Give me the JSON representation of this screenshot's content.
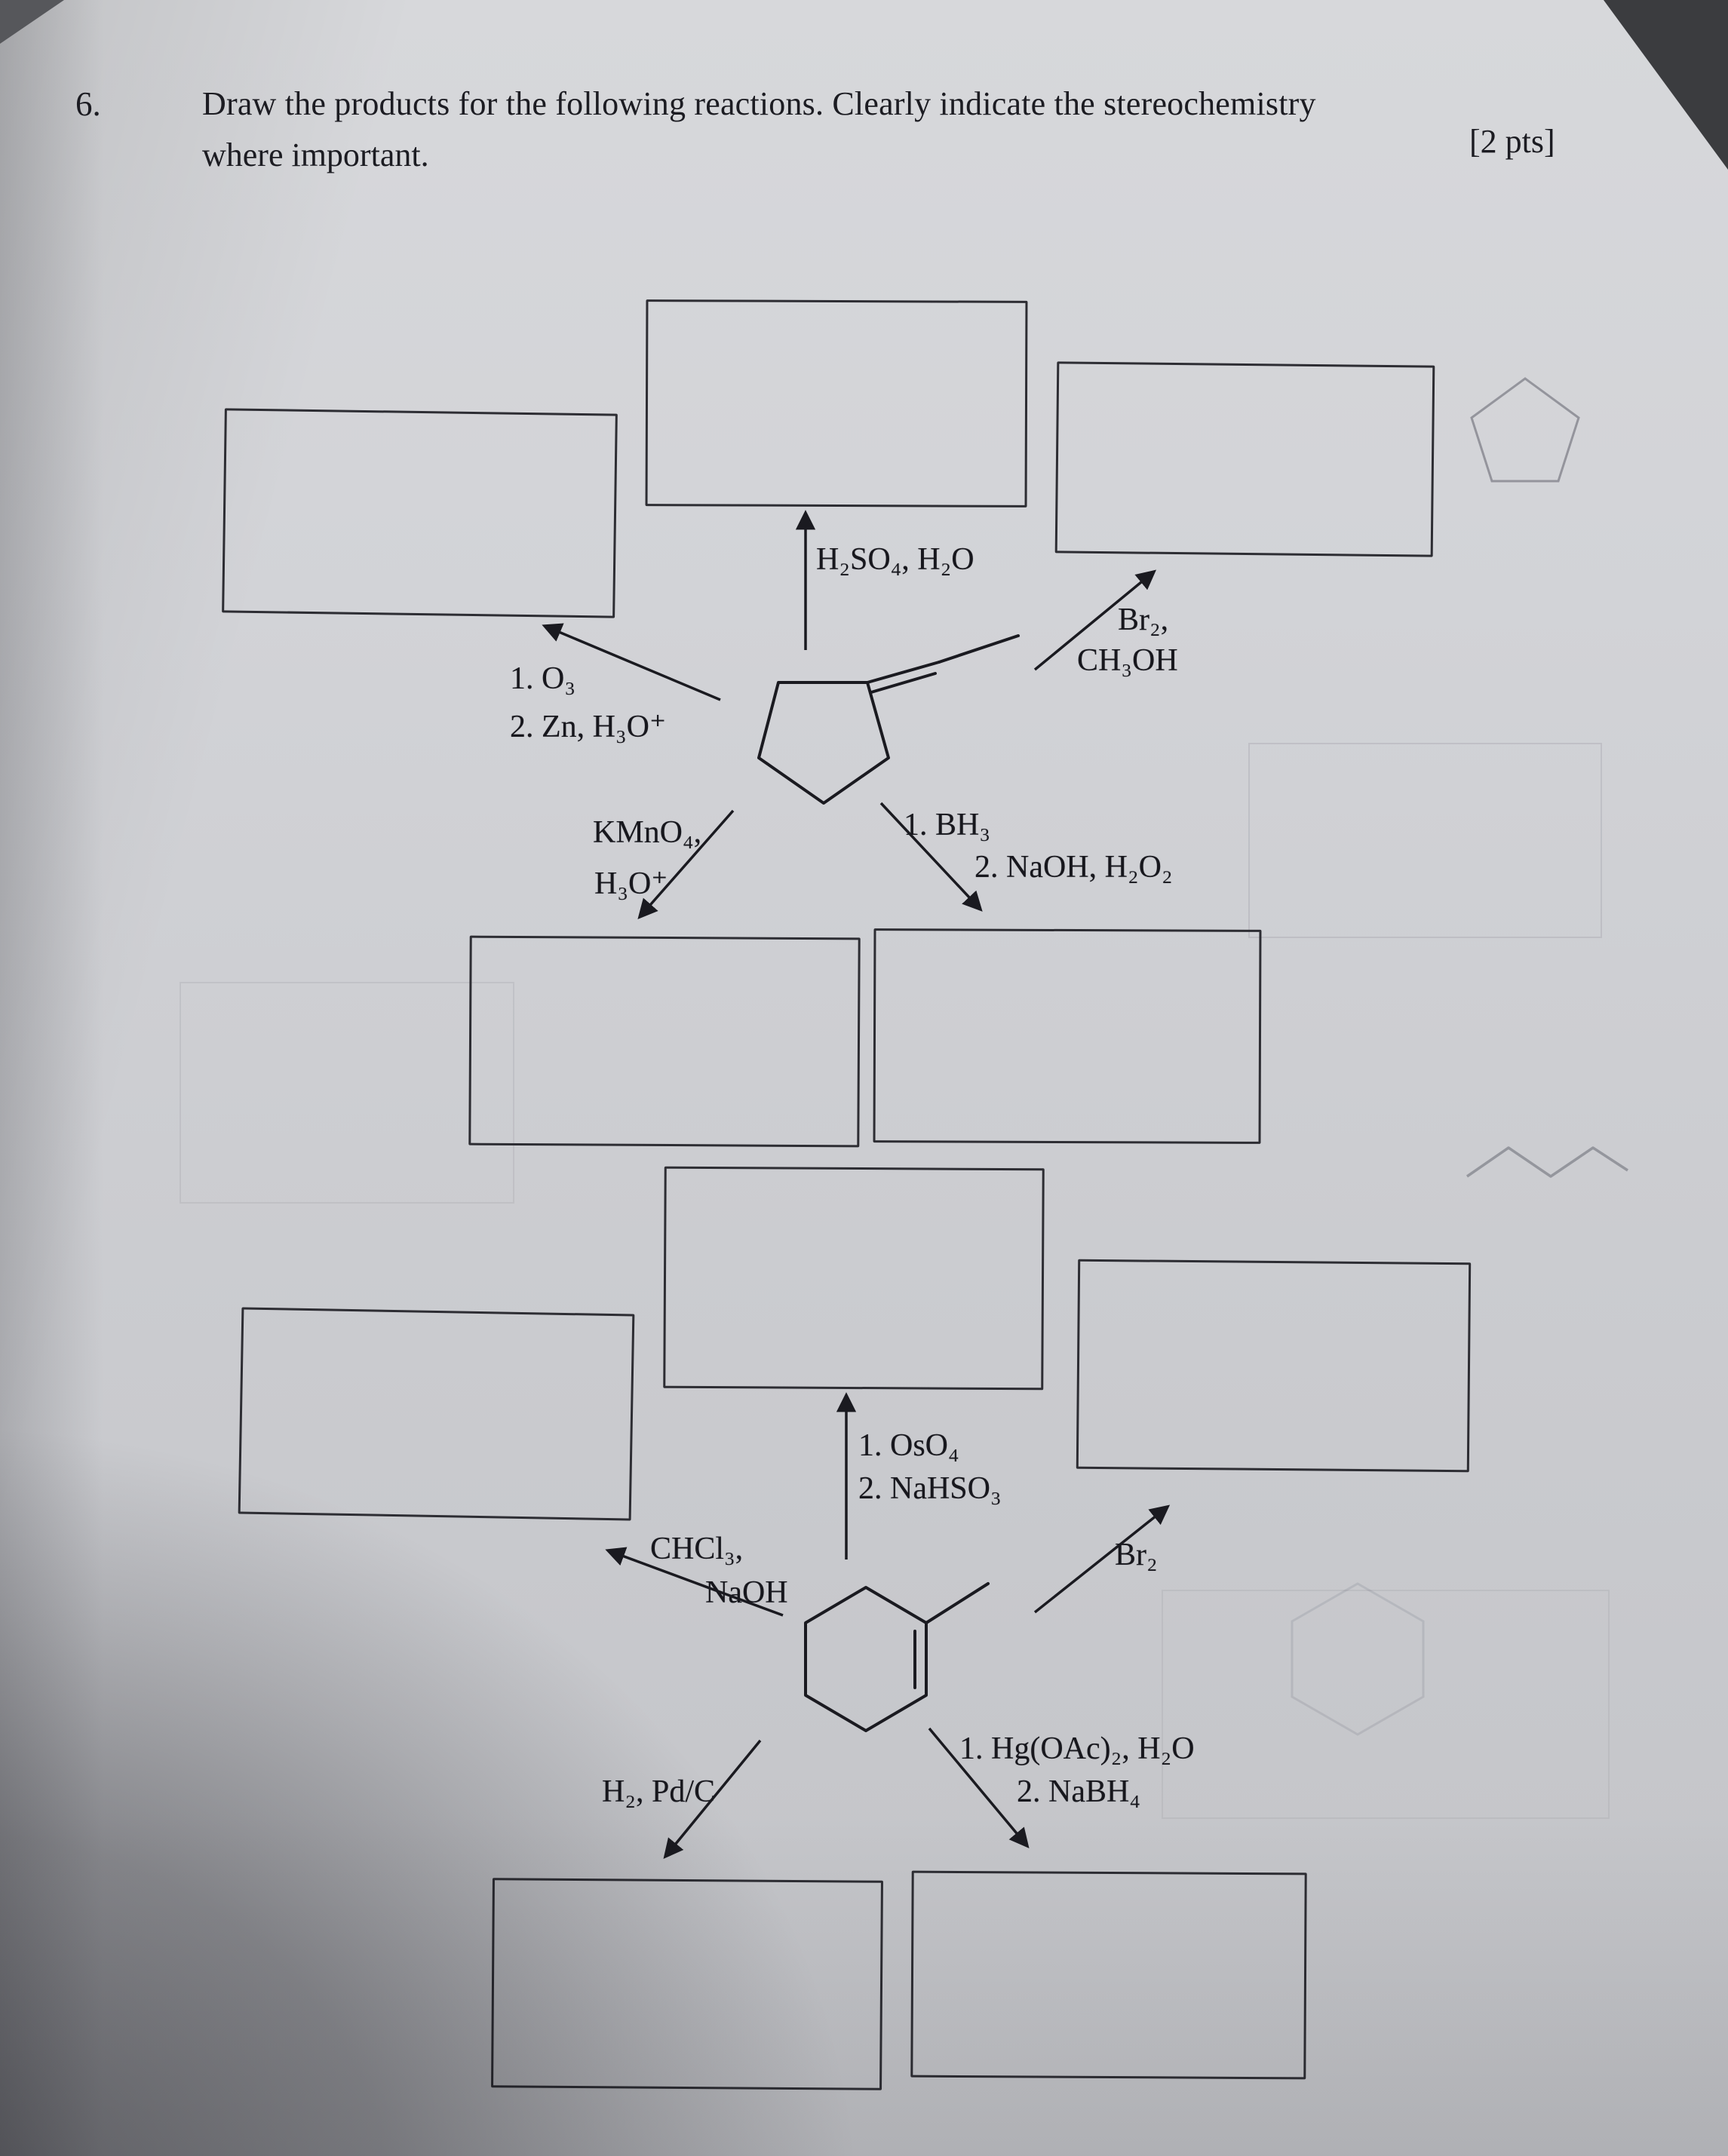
{
  "document": {
    "question_number": "6.",
    "prompt_line1": "Draw the products for the following reactions.  Clearly indicate the stereochemistry",
    "prompt_line2": "where important.",
    "points": "[2 pts]"
  },
  "reaction1": {
    "substrate": "ethylidenecyclopentane",
    "reagents": {
      "hydration": "H₂SO₄, H₂O",
      "bromination_1": "Br₂,",
      "bromination_2": "CH₃OH",
      "ozonolysis_1": "1. O₃",
      "ozonolysis_2": "2. Zn, H₃O⁺",
      "permanganate_1": "KMnO₄,",
      "permanganate_2": "H₃O⁺",
      "hydroboration_1": "1. BH₃",
      "hydroboration_2": "2. NaOH, H₂O₂"
    }
  },
  "reaction2": {
    "substrate": "1-methylcyclohexene",
    "reagents": {
      "dihydroxylation_1": "1. OsO₄",
      "dihydroxylation_2": "2. NaHSO₃",
      "carbene_1": "CHCl₃,",
      "carbene_2": "NaOH",
      "bromination": "Br₂",
      "hydrogenation": "H₂, Pd/C",
      "oxymercuration_1": "1. Hg(OAc)₂, H₂O",
      "oxymercuration_2": "2. NaBH₄"
    }
  }
}
